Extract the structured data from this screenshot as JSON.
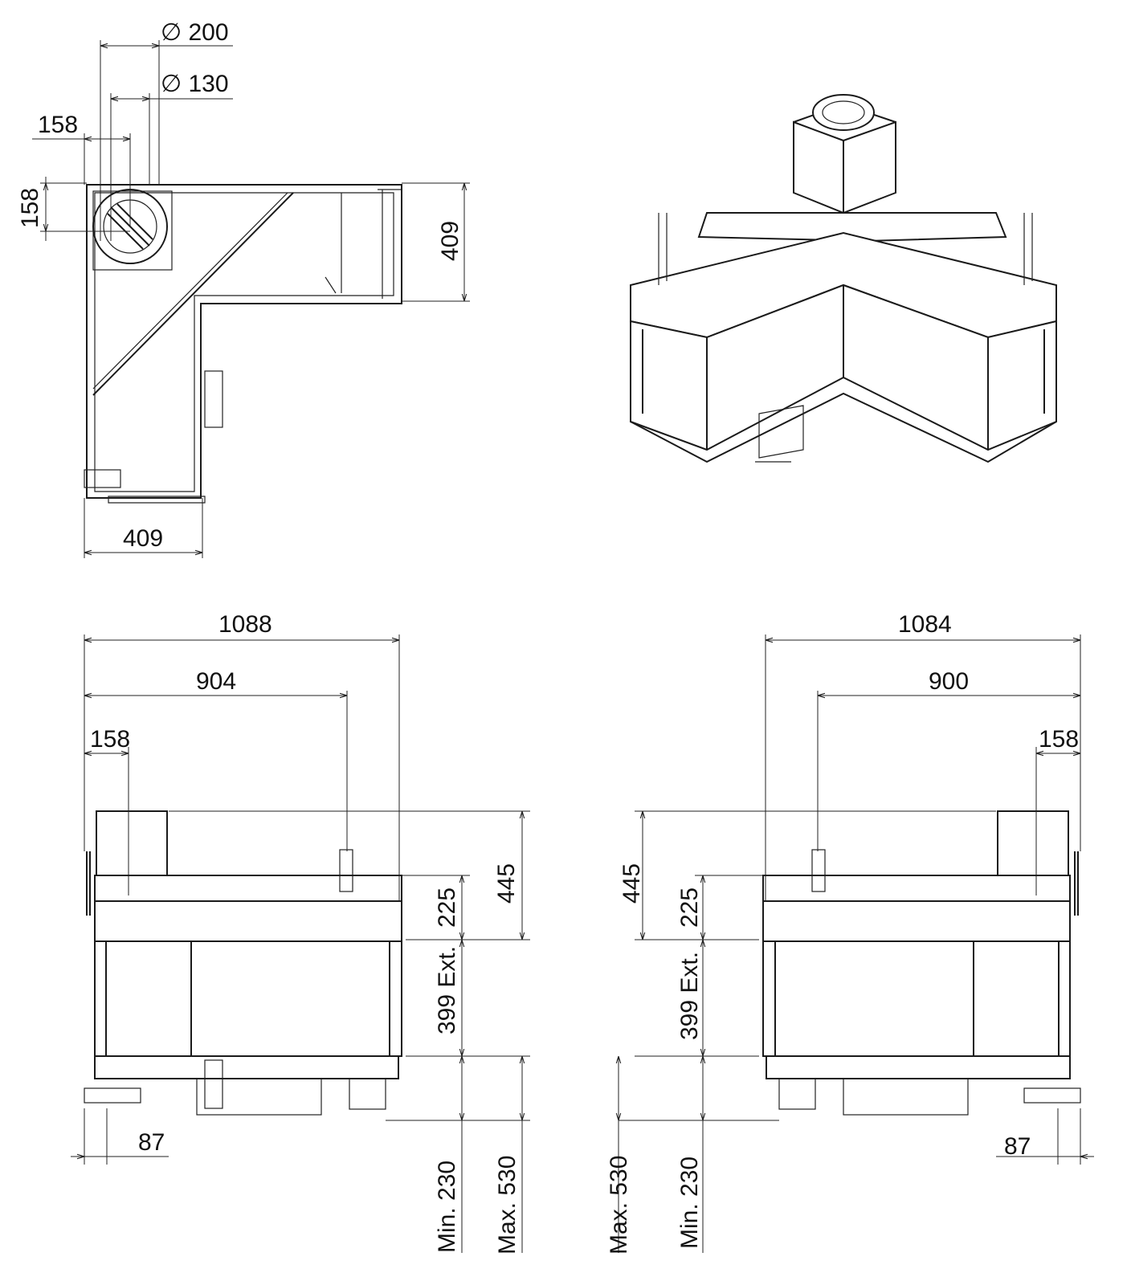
{
  "plan_view": {
    "dia_outer": "∅ 200",
    "dia_inner": "∅ 130",
    "offset_x": "158",
    "offset_y": "158",
    "depth_right": "409",
    "depth_bottom": "409"
  },
  "front_left": {
    "total_width": "1088",
    "flue_offset": "904",
    "chimney_offset": "158",
    "height_total": "445",
    "height_top": "225",
    "height_glass": "399 Ext.",
    "foot_offset": "87",
    "min_leg": "Min. 230",
    "max_leg": "Max. 530"
  },
  "front_right": {
    "total_width": "1084",
    "flue_offset": "900",
    "chimney_offset": "158",
    "height_total": "445",
    "height_top": "225",
    "height_glass": "399 Ext.",
    "foot_offset": "87",
    "max_leg": "Max. 530",
    "min_leg": "Min. 230"
  }
}
